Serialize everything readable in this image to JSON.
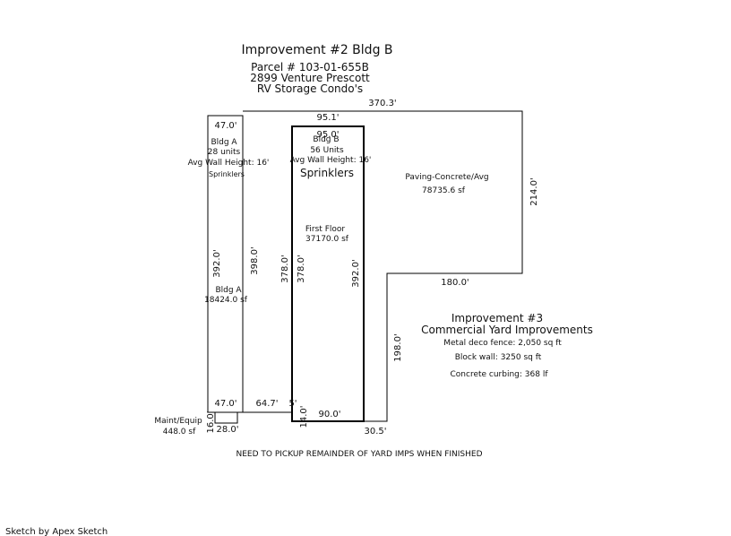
{
  "header": {
    "title": "Improvement #2 Bldg B",
    "parcel": "Parcel # 103-01-655B",
    "address": "2899 Venture Prescott",
    "description": "RV Storage Condo's"
  },
  "dimensions": {
    "top_overall": "370.3'",
    "bldg_b_outer_top": "95.1'",
    "bldg_b_inner_top": "95.0'",
    "bldg_a_top": "47.0'",
    "right_height": "214.0'",
    "bldg_a_left": "392.0'",
    "corridor_left": "398.0'",
    "bldg_b_outer_left": "378.0'",
    "bldg_b_inner_left": "378.0'",
    "bldg_b_right": "392.0'",
    "step_horizontal": "180.0'",
    "step_vertical": "198.0'",
    "bldg_a_bottom": "47.0'",
    "corridor_bottom": "64.7'",
    "tick_mark": "5'",
    "small_vertical": "14.0'",
    "bldg_b_bottom": "90.0'",
    "bottom_right": "30.5'",
    "maint_height": "16.0'",
    "maint_width": "28.0'"
  },
  "bldg_a": {
    "name": "Bldg A",
    "units": "28 units",
    "wall_height": "Avg Wall Height: 16'",
    "sprinklers": "Sprinklers",
    "area_name": "Bldg A",
    "area": "18424.0 sf"
  },
  "bldg_b": {
    "name": "Bldg B",
    "units": "56 Units",
    "wall_height": "Avg Wall Height: 16'",
    "sprinklers": "Sprinklers",
    "floor": "First Floor",
    "area": "37170.0 sf"
  },
  "paving": {
    "label": "Paving-Concrete/Avg",
    "area": "78735.6  sf"
  },
  "improvement3": {
    "title": "Improvement #3",
    "subtitle": "Commercial Yard Improvements",
    "items": [
      "Metal deco fence: 2,050 sq ft",
      "Block wall: 3250 sq ft",
      "Concrete curbing: 368 lf"
    ]
  },
  "maint": {
    "label": "Maint/Equip",
    "area": "448.0 sf"
  },
  "note": "NEED TO PICKUP REMAINDER OF YARD IMPS WHEN FINISHED",
  "footer": "Sketch by Apex Sketch"
}
